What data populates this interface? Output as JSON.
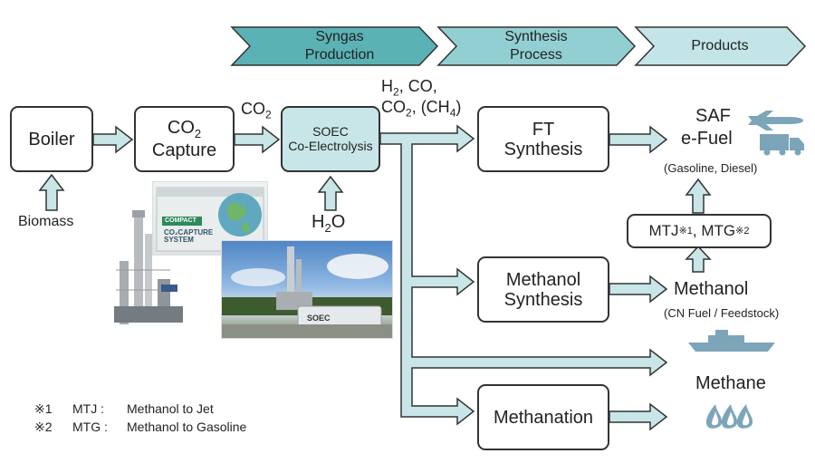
{
  "phases": [
    {
      "line1": "Syngas",
      "line2": "Production"
    },
    {
      "line1": "Synthesis",
      "line2": "Process"
    },
    {
      "line1": "Products",
      "line2": ""
    }
  ],
  "boxes": {
    "boiler": "Boiler",
    "capture_a": "CO",
    "capture_sub": "2",
    "capture_b": "Capture",
    "soec_a": "SOEC",
    "soec_b": "Co-Electrolysis",
    "ft_a": "FT",
    "ft_b": "Synthesis",
    "methanol_a": "Methanol",
    "methanol_b": "Synthesis",
    "methanation": "Methanation",
    "mtj_a": "MTJ",
    "mtj_sup1": "※1",
    "mtj_b": ", MTG",
    "mtj_sup2": "※2"
  },
  "labels": {
    "biomass": "Biomass",
    "co2_a": "CO",
    "co2_sub": "2",
    "h2o_a": "H",
    "h2o_sub": "2",
    "h2o_b": "O",
    "syngas1_a": "H",
    "syngas1_sub": "2",
    "syngas1_b": ", CO,",
    "syngas2_a": "CO",
    "syngas2_sub": "2",
    "syngas2_b": ", (CH",
    "syngas2_sub2": "4",
    "syngas2_c": ")",
    "saf": "SAF",
    "efuel": "e-Fuel",
    "gasoline_diesel": "(Gasoline, Diesel)",
    "methanol": "Methanol",
    "cn_fuel": "(CN Fuel / Feedstock)",
    "methane": "Methane"
  },
  "photo_text": {
    "compact_a": "CO",
    "compact_b": "MPACT",
    "capture_system_1": "CO₂CAPTURE",
    "capture_system_2": "SYSTEM",
    "soec_unit": "SOEC"
  },
  "notes": [
    {
      "mark": "※1",
      "abbr": "MTJ :",
      "text": "Methanol to Jet"
    },
    {
      "mark": "※2",
      "abbr": "MTG :",
      "text": "Methanol to Gasoline"
    }
  ],
  "colors": {
    "arrow_fill": "#c8e6e8",
    "arrow_stroke": "#333333",
    "phase1": "#5bb2b5",
    "phase2": "#92cfd2",
    "phase3": "#c4e5e7",
    "icon": "#7ca5b9"
  },
  "icons": [
    "airplane-icon",
    "truck-icon",
    "ship-icon",
    "flame-icon"
  ]
}
